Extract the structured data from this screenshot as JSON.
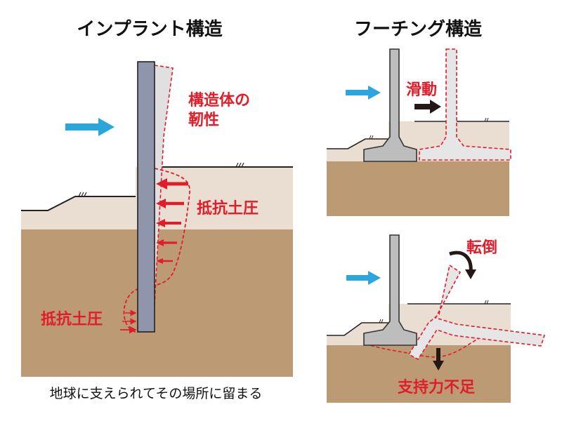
{
  "left_panel": {
    "title": "インプラント構造",
    "label_structure_line1": "構造体の",
    "label_structure_line2": "靭性",
    "label_resistance_upper": "抵抗土圧",
    "label_resistance_lower": "抵抗土圧",
    "caption": "地球に支えられてその場所に留まる"
  },
  "right_panel": {
    "title": "フーチング構造",
    "label_sliding": "滑動",
    "label_overturning": "転倒",
    "label_bearing": "支持力不足"
  },
  "colors": {
    "accent_red": "#e11d2a",
    "force_arrow": "#2ba6dc",
    "soil_dark": "#bc9a74",
    "soil_light": "#eaded2",
    "wall_blue_gray": "#8f95aa",
    "concrete_gray": "#bdbdbd",
    "motion_arrow": "#231815"
  },
  "icons": {
    "force_arrow": "right-arrow-icon",
    "earth_pressure": "left-arrow-icon",
    "sliding": "right-arrow-icon",
    "overturning": "curved-arrow-icon",
    "bearing": "down-arrow-icon"
  }
}
